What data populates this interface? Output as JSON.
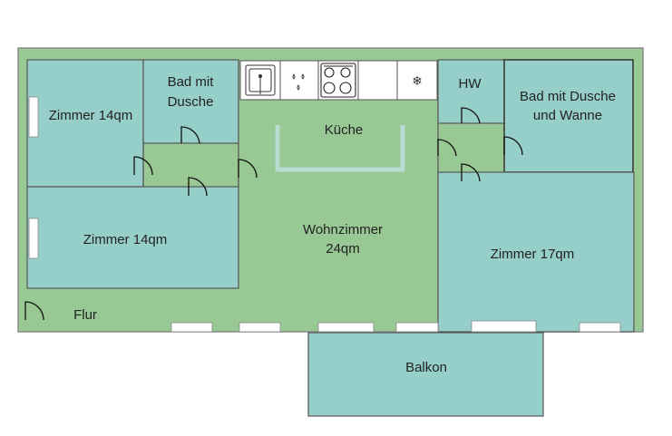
{
  "colors": {
    "outer": "#98c994",
    "room": "#96cfc9",
    "wall": "#555555",
    "window": "#ffffff",
    "door": "#111111",
    "counter": "#ffffff"
  },
  "rooms": {
    "zimmer1": {
      "label": "Zimmer 14qm"
    },
    "bad1": {
      "line1": "Bad mit",
      "line2": "Dusche"
    },
    "zimmer2": {
      "label": "Zimmer 14qm"
    },
    "kueche": {
      "label": "Küche"
    },
    "wohnzimmer": {
      "line1": "Wohnzimmer",
      "line2": "24qm"
    },
    "hw": {
      "label": "HW"
    },
    "bad2": {
      "line1": "Bad mit Dusche",
      "line2": "und Wanne"
    },
    "zimmer3": {
      "label": "Zimmer 17qm"
    },
    "flur": {
      "label": "Flur"
    },
    "balkon": {
      "label": "Balkon"
    }
  },
  "icons": {
    "sink": "sink-icon",
    "dishwasher": "dishwasher-icon",
    "stove": "stove-icon",
    "fridge": "snowflake-icon"
  },
  "fridge_glyph": "❄"
}
